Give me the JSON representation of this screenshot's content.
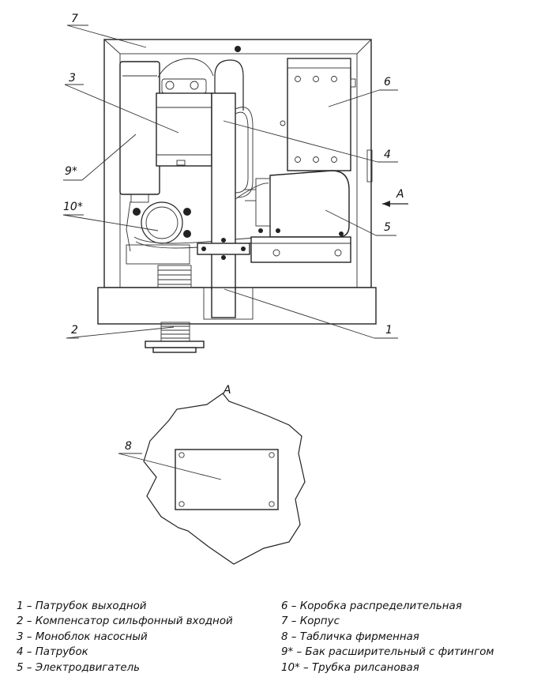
{
  "callouts": {
    "c1": "1",
    "c2": "2",
    "c3": "3",
    "c4": "4",
    "c5": "5",
    "c6": "6",
    "c7": "7",
    "c8": "8",
    "c9": "9*",
    "c10": "10*"
  },
  "view_a": {
    "arrow_label": "A",
    "view_title": "A"
  },
  "legend": {
    "left": [
      "1 – Патрубок выходной",
      "2 – Компенсатор сильфонный входной",
      "3 – Моноблок насосный",
      "4 – Патрубок",
      "5 – Электродвигатель"
    ],
    "right": [
      "6 – Коробка распределительная",
      "7 – Корпус",
      "8 – Табличка фирменная",
      "9* – Бак расширительный с фитингом",
      "10* – Трубка рилсановая"
    ]
  }
}
